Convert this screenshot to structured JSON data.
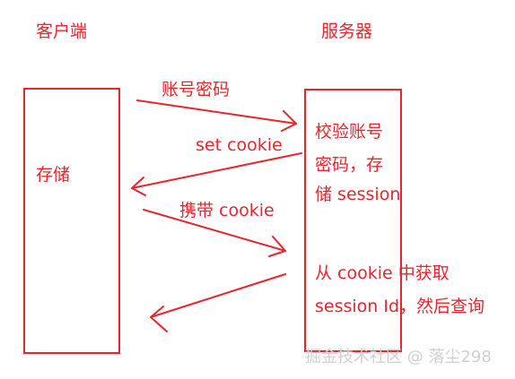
{
  "nodes": {
    "client": {
      "title": "客户端",
      "box_label": "存储"
    },
    "server": {
      "title": "服务器",
      "box_lines": [
        "校验账号",
        "密码，存",
        "储 session"
      ],
      "note_lines": [
        "从 cookie 中获取",
        "session Id，然后查询"
      ]
    }
  },
  "edges": [
    {
      "from": "client",
      "to": "server",
      "label": "账号密码"
    },
    {
      "from": "server",
      "to": "client",
      "label": "set cookie"
    },
    {
      "from": "client",
      "to": "server",
      "label": "携带 cookie"
    },
    {
      "from": "server",
      "to": "client",
      "label": ""
    }
  ],
  "watermark": "掘金技术社区 @ 落尘298",
  "colors": {
    "stroke": "#e8262f",
    "watermark": "#d0d0d0"
  }
}
